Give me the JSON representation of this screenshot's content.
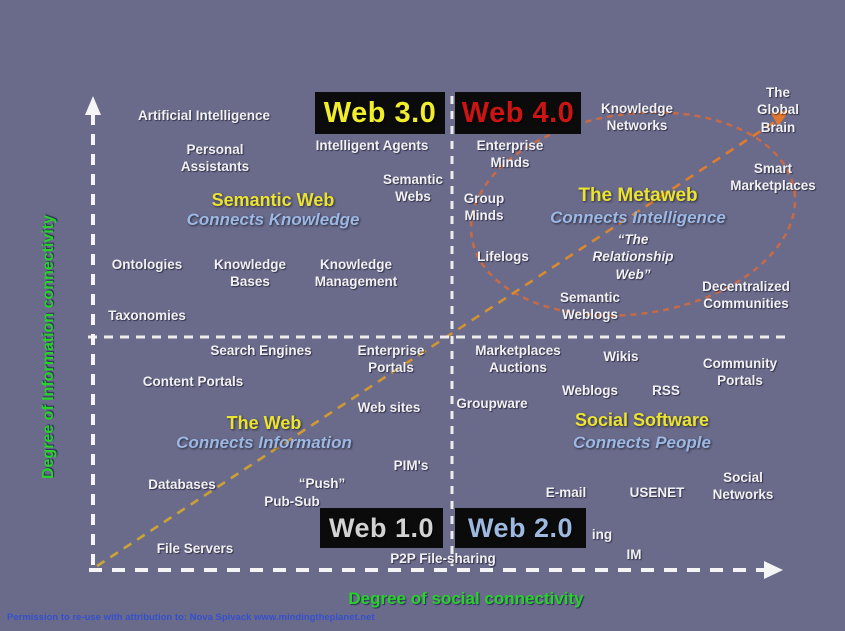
{
  "axes": {
    "y_label": "Degree of Information connectivity",
    "x_label": "Degree of social connectivity"
  },
  "attribution": "Permission to re-use with attribution to: Nova Spivack www.mindingtheplanet.net",
  "era_boxes": {
    "web3": {
      "label": "Web 3.0",
      "text_color": "#f0ee2a",
      "bg_color": "#0b0b0b"
    },
    "web4": {
      "label": "Web 4.0",
      "text_color": "#cc1414",
      "bg_color": "#0b0b0b"
    },
    "web1": {
      "label": "Web 1.0",
      "text_color": "#d2d2d2",
      "bg_color": "#0b0b0b"
    },
    "web2": {
      "label": "Web 2.0",
      "text_color": "#9db9e0",
      "bg_color": "#0b0b0b"
    }
  },
  "quadrants": {
    "semantic_web": {
      "title": "Semantic Web",
      "subtitle": "Connects Knowledge"
    },
    "metaweb": {
      "title": "The Metaweb",
      "subtitle": "Connects Intelligence"
    },
    "the_web": {
      "title": "The Web",
      "subtitle": "Connects Information"
    },
    "social_software": {
      "title": "Social Software",
      "subtitle": "Connects People"
    }
  },
  "labels": {
    "artificial_intelligence": "Artificial Intelligence",
    "personal_assistants": "Personal\nAssistants",
    "intelligent_agents": "Intelligent Agents",
    "semantic_webs": "Semantic\nWebs",
    "enterprise_minds": "Enterprise\nMinds",
    "group_minds": "Group\nMinds",
    "knowledge_networks": "Knowledge\nNetworks",
    "global_brain": "The Global\nBrain",
    "smart_marketplaces": "Smart\nMarketplaces",
    "ontologies": "Ontologies",
    "knowledge_bases": "Knowledge\nBases",
    "knowledge_management": "Knowledge\nManagement",
    "taxonomies": "Taxonomies",
    "lifelogs": "Lifelogs",
    "relationship_web": "“The\nRelationship\nWeb”",
    "semantic_weblogs": "Semantic\nWeblogs",
    "decentralized_communities": "Decentralized\nCommunities",
    "search_engines": "Search Engines",
    "enterprise_portals": "Enterprise\nPortals",
    "content_portals": "Content Portals",
    "web_sites": "Web sites",
    "pims": "PIM's",
    "databases": "Databases",
    "push": "“Push”",
    "pub_sub": "Pub-Sub",
    "file_servers": "File Servers",
    "p2p_file_sharing": "P2P File-sharing",
    "marketplaces_auctions": "Marketplaces\nAuctions",
    "wikis": "Wikis",
    "community_portals": "Community\nPortals",
    "weblogs": "Weblogs",
    "rss": "RSS",
    "groupware": "Groupware",
    "email": "E-mail",
    "usenet": "USENET",
    "social_networks": "Social\nNetworks",
    "ing_fragment": "ing",
    "im": "IM"
  },
  "colors": {
    "background": "#6a6a8b",
    "axis_green": "#28d228",
    "quadrant_title_yellow": "#ebe331",
    "quadrant_subtitle_blue": "#9cb8e4",
    "item_text": "#f1f1f1",
    "attribution_blue": "#3550cc",
    "ellipse_orange": "#c66a47",
    "arrow_gold": "#c9a636",
    "arrow_orange": "#e2762d",
    "axis_white": "#f5f5f5"
  }
}
